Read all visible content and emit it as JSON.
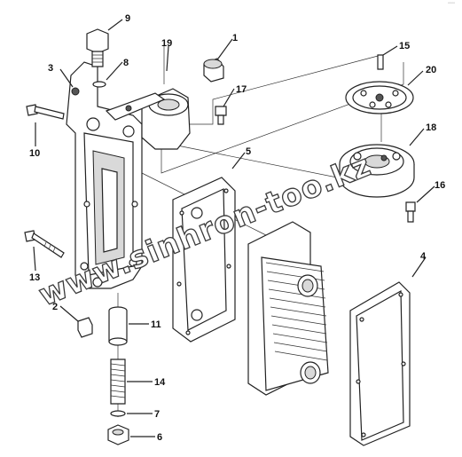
{
  "corner_mark": "°°°°",
  "watermark": "www.sinhron-too.kz",
  "callouts": [
    {
      "id": "1",
      "label": "1"
    },
    {
      "id": "2",
      "label": "2"
    },
    {
      "id": "3",
      "label": "3"
    },
    {
      "id": "4",
      "label": "4"
    },
    {
      "id": "5",
      "label": "5"
    },
    {
      "id": "6",
      "label": "6"
    },
    {
      "id": "7",
      "label": "7"
    },
    {
      "id": "8",
      "label": "8"
    },
    {
      "id": "9",
      "label": "9"
    },
    {
      "id": "10",
      "label": "10"
    },
    {
      "id": "11",
      "label": "11"
    },
    {
      "id": "13",
      "label": "13"
    },
    {
      "id": "14",
      "label": "14"
    },
    {
      "id": "15",
      "label": "15"
    },
    {
      "id": "16",
      "label": "16"
    },
    {
      "id": "17",
      "label": "17"
    },
    {
      "id": "18",
      "label": "18"
    },
    {
      "id": "19",
      "label": "19"
    },
    {
      "id": "20",
      "label": "20"
    }
  ]
}
